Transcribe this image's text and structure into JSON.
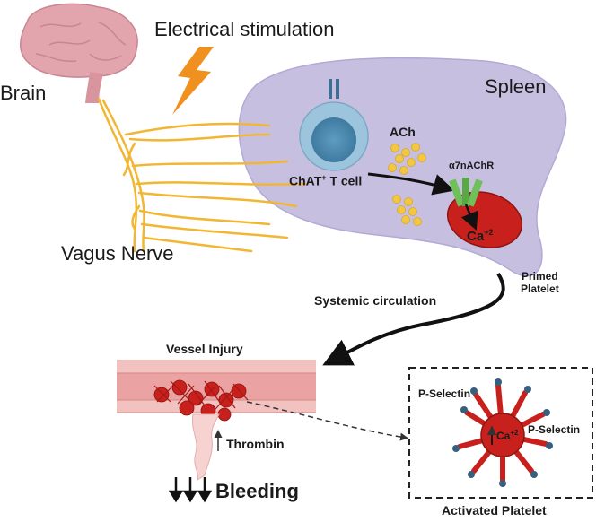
{
  "labels": {
    "brain": "Brain",
    "electrical_stimulation": "Electrical stimulation",
    "spleen": "Spleen",
    "vagus_nerve": "Vagus Nerve",
    "ach": "ACh",
    "chat_t_cell_main": "ChAT",
    "chat_t_cell_sup": "+",
    "chat_t_cell_rest": " T cell",
    "receptor": "α7nAChR",
    "calcium_base": "Ca",
    "calcium_sup": "+2",
    "primed_platelet_line1": "Primed",
    "primed_platelet_line2": "Platelet",
    "systemic_circulation": "Systemic circulation",
    "vessel_injury": "Vessel Injury",
    "thrombin": "Thrombin",
    "bleeding": "Bleeding",
    "p_selectin_left": "P-Selectin",
    "p_selectin_right": "P-Selectin",
    "activated_platelet": "Activated Platelet"
  },
  "colors": {
    "nerve": "#f2b632",
    "spleen": "#c7bfe0",
    "brain": "#e3a5ad",
    "lightning": "#f0901e",
    "tcell_outer": "#9cc4dc",
    "tcell_inner": "#4f8db4",
    "ach": "#f2c744",
    "receptor": "#6fbf5a",
    "platelet_red": "#c8201c",
    "vessel": "#f0b6b4",
    "pselectin": "#36607e"
  }
}
